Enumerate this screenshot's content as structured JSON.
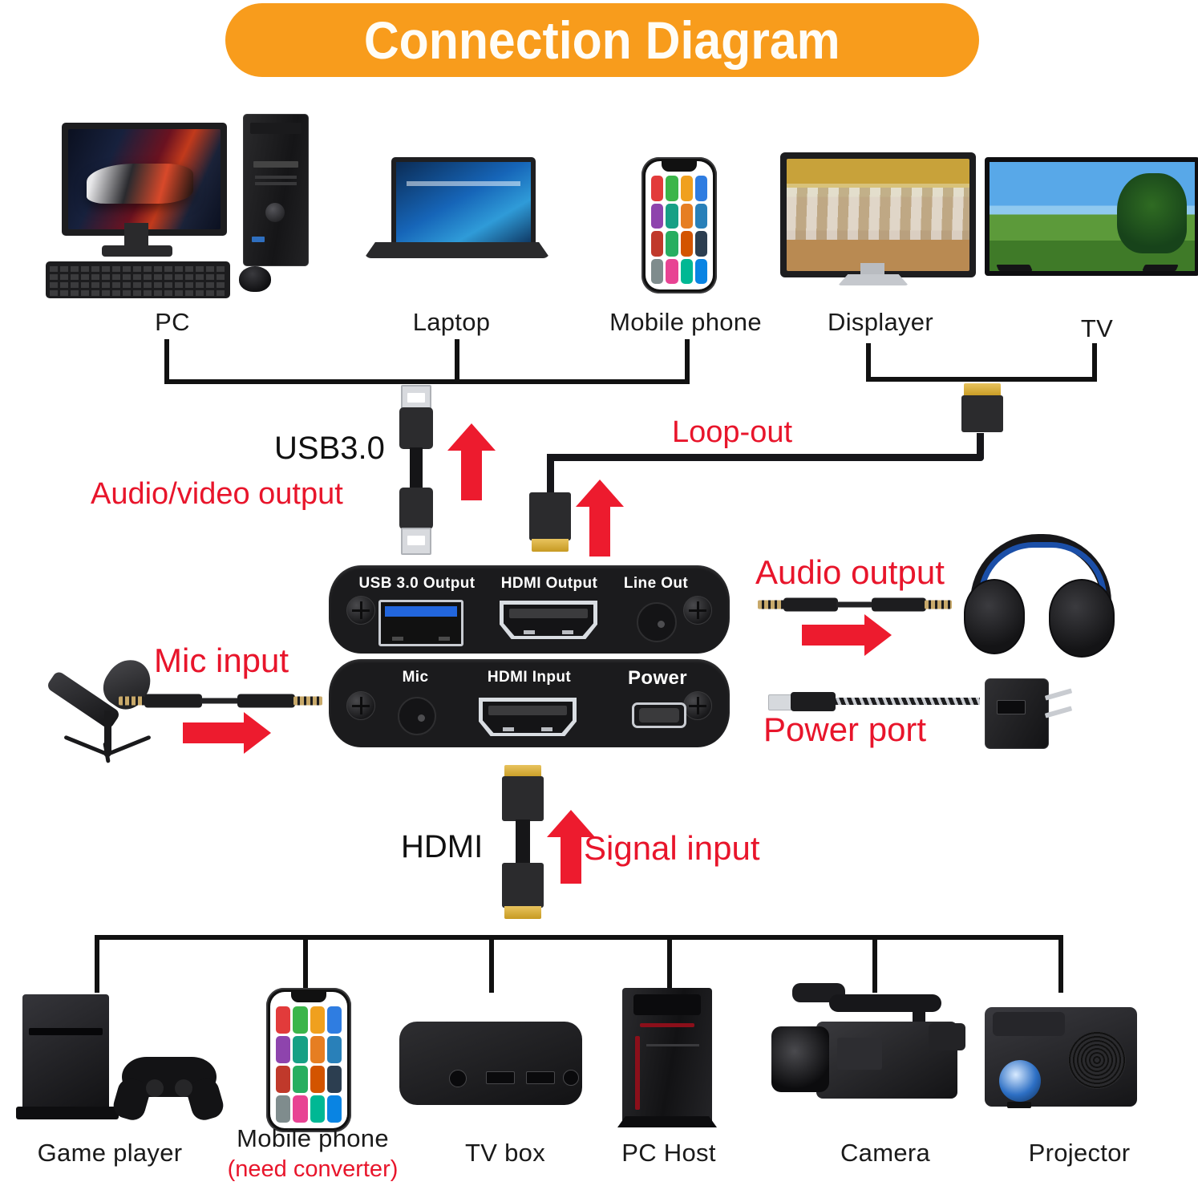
{
  "title": {
    "text": "Connection Diagram",
    "banner_color": "#F89C1C",
    "text_color": "#FFFFFF"
  },
  "colors": {
    "accent_red": "#E8152B",
    "arrow_red": "#ED1B2E",
    "line_black": "#111111",
    "device_black": "#1B1B1D"
  },
  "top_sources": [
    {
      "name": "pc",
      "label": "PC"
    },
    {
      "name": "laptop",
      "label": "Laptop"
    },
    {
      "name": "mobile-phone",
      "label": "Mobile phone"
    },
    {
      "name": "displayer",
      "label": "Displayer"
    },
    {
      "name": "tv",
      "label": "TV"
    }
  ],
  "annotations": {
    "usb_title": "USB3.0",
    "usb_subtitle": "Audio/video output",
    "loop_out": "Loop-out",
    "audio_output": "Audio output",
    "mic_input": "Mic input",
    "power_port": "Power port",
    "hdmi_title": "HDMI",
    "signal_input": "Signal input"
  },
  "capture_device": {
    "top_panel_ports": [
      {
        "name": "usb-3-0-output",
        "label": "USB 3.0 Output"
      },
      {
        "name": "hdmi-output",
        "label": "HDMI Output"
      },
      {
        "name": "line-out",
        "label": "Line Out"
      }
    ],
    "bottom_panel_ports": [
      {
        "name": "mic",
        "label": "Mic"
      },
      {
        "name": "hdmi-input",
        "label": "HDMI Input"
      },
      {
        "name": "power",
        "label": "Power"
      }
    ]
  },
  "bottom_sources": [
    {
      "name": "game-player",
      "label": "Game player",
      "note": ""
    },
    {
      "name": "mobile-phone",
      "label": "Mobile phone",
      "note": "(need converter)"
    },
    {
      "name": "tv-box",
      "label": "TV box",
      "note": ""
    },
    {
      "name": "pc-host",
      "label": "PC Host",
      "note": ""
    },
    {
      "name": "camera",
      "label": "Camera",
      "note": ""
    },
    {
      "name": "projector",
      "label": "Projector",
      "note": ""
    }
  ],
  "peripherals": [
    {
      "name": "headphones",
      "label": ""
    },
    {
      "name": "microphone",
      "label": ""
    },
    {
      "name": "power-adapter",
      "label": ""
    }
  ]
}
